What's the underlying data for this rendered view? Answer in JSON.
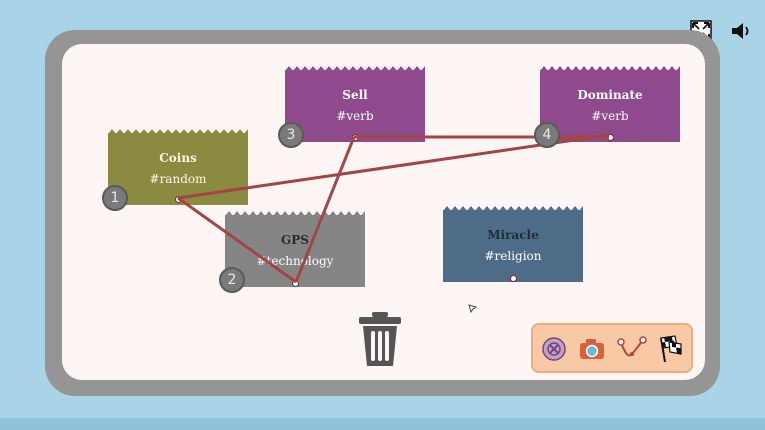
{
  "cards": {
    "sell": {
      "word": "Sell",
      "tag": "#verb"
    },
    "dominate": {
      "word": "Dominate",
      "tag": "#verb"
    },
    "coins": {
      "word": "Coins",
      "tag": "#random"
    },
    "gps": {
      "word": "GPS",
      "tag": "#technology"
    },
    "miracle": {
      "word": "Miracle",
      "tag": "#religion"
    }
  },
  "sequence_badges": [
    "1",
    "2",
    "3",
    "4"
  ],
  "colors": {
    "verb": "#8e4a8c",
    "random": "#8a8a40",
    "technology": "#858585",
    "religion": "#4e6c87",
    "link": "#a34445",
    "toolbar": "#f8c9a4"
  },
  "icons": {
    "top_controls": [
      "fullscreen-icon",
      "speaker-icon"
    ],
    "trash": "trash-can-icon",
    "toolbar": [
      "reset-icon",
      "camera-icon",
      "connect-icon",
      "finish-flag-icon"
    ]
  }
}
